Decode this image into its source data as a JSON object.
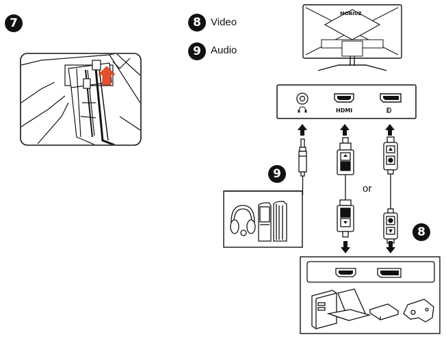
{
  "steps": {
    "step7": "7",
    "step8": "8",
    "step9": "9"
  },
  "legend": {
    "video_number": "8",
    "video_label": "Video",
    "audio_number": "9",
    "audio_label": "Audio"
  },
  "monitor": {
    "brand": "MOBIUZ"
  },
  "ports": {
    "headphone_label": " ",
    "hdmi_label": "HDMI"
  },
  "or_text": "or",
  "icons": [
    "headphones-icon",
    "speakers-icon",
    "pc-tower-icon",
    "laptop-icon",
    "console-icon",
    "gamepad-icon"
  ]
}
